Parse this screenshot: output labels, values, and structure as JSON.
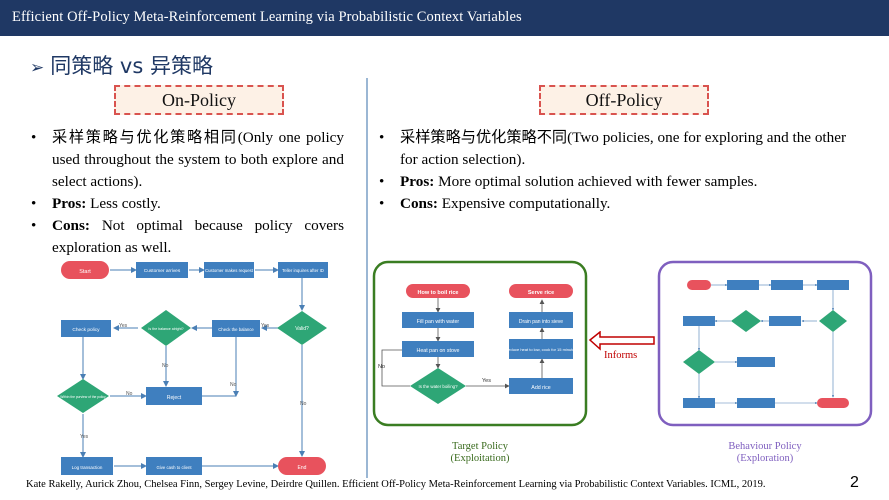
{
  "header": {
    "title": "Efficient Off-Policy Meta-Reinforcement Learning via Probabilistic Context Variables"
  },
  "section": {
    "arrow": "➢",
    "title": "同策略 vs 异策略"
  },
  "on_policy": {
    "title": "On-Policy",
    "bullets": [
      {
        "bold": "",
        "text": "采样策略与优化策略相同(Only one policy used throughout the system to both explore and select actions)."
      },
      {
        "bold": "Pros:",
        "text": " Less costly."
      },
      {
        "bold": "Cons:",
        "text": " Not optimal because policy covers exploration as well."
      }
    ],
    "flow": {
      "start": "Start",
      "customer_arrives": "Customer arrives",
      "customer_request": "Customer makes request",
      "teller_inquires": "Teller inquires after ID",
      "valid": "Valid?",
      "check_balance": "Check the balance",
      "balance_alright": "Is the balance alright?",
      "check_policy": "Check policy",
      "within_purview": "Within the purview of the policy",
      "reject": "Reject",
      "log_transaction": "Log transaction",
      "give_cash": "Give cash to client",
      "end": "End",
      "yes": "Yes",
      "no": "No"
    }
  },
  "off_policy": {
    "title": "Off-Policy",
    "bullets": [
      {
        "bold": "",
        "text": "采样策略与优化策略不同(Two policies, one for exploring and the other for action selection)."
      },
      {
        "bold": "Pros:",
        "text": " More optimal solution achieved with fewer samples."
      },
      {
        "bold": "Cons:",
        "text": " Expensive computationally."
      }
    ],
    "target_flow": {
      "boil_rice": "How to boil rice",
      "fill_pan": "Fill pan with water",
      "heat_pan": "Heat pan on stove",
      "water_boiling": "Is the water boiling?",
      "add_rice": "Add rice",
      "reduce_heat": "Reduce heat to low, cook for 15 minutes",
      "drain_pan": "Drain pan into sieve",
      "serve_rice": "Serve rice",
      "yes": "Yes",
      "no": "No"
    },
    "informs": "Informs",
    "target_caption": [
      "Target Policy",
      "(Exploitation)"
    ],
    "behaviour_caption": [
      "Behaviour Policy",
      "(Exploration)"
    ]
  },
  "footer": "Kate Rakelly, Aurick Zhou, Chelsea Finn, Sergey Levine, Deirdre Quillen. Efficient Off-Policy Meta-Reinforcement Learning via Probabilistic Context Variables. ICML, 2019.",
  "page_number": "2",
  "colors": {
    "header": "#1f3864",
    "accent_red": "#c00000",
    "flow_blue": "#3f7fbf",
    "flow_green": "#2ea676",
    "flow_red": "#e8525d",
    "target_border": "#3a7d22",
    "behaviour_border": "#7f5fbf"
  }
}
